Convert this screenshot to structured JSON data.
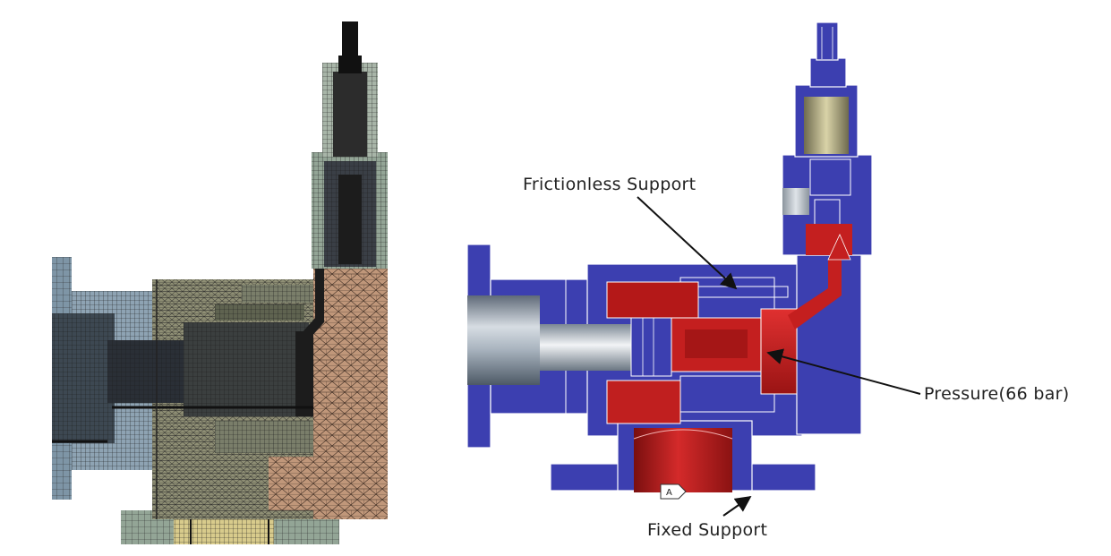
{
  "annotations": {
    "frictionless_support": "Frictionless Support",
    "pressure": "Pressure(66 bar)",
    "fixed_support": "Fixed Support",
    "marker": "A"
  },
  "colors": {
    "support_blue": "#3c3fb0",
    "pressure_red": "#c81e1e",
    "mesh_dark": "#1c1c1c",
    "mesh_steel": "#7e95a6",
    "mesh_tan": "#c0977a",
    "mesh_olive": "#8f8f75",
    "mesh_green": "#93a596",
    "mesh_yellow": "#d8cb8c"
  },
  "panels": [
    {
      "name": "mesh-model",
      "description_icon": "mesh-icon"
    },
    {
      "name": "boundary-conditions",
      "description_icon": "valve-icon"
    }
  ]
}
